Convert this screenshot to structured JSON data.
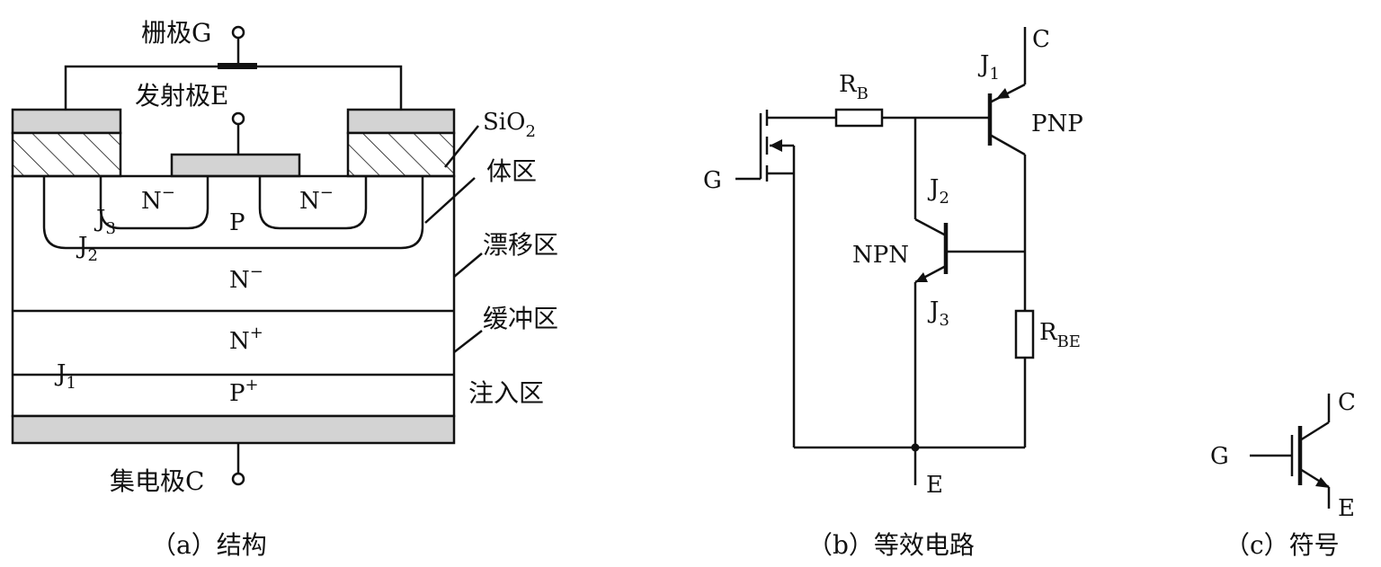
{
  "panel_a": {
    "caption": "（a）结构",
    "gate": "栅极G",
    "emitter": "发射极E",
    "collector": "集电极C",
    "sio2_main": "SiO",
    "sio2_sub": "2",
    "body_region": "体区",
    "drift_region": "漂移区",
    "buffer_region": "缓冲区",
    "injection_region": "注入区",
    "n_minus_left": "N",
    "n_minus_right": "N",
    "minus_sup": "−",
    "p_region": "P",
    "n_minus_drift": "N",
    "n_plus": "N",
    "p_plus": "P",
    "plus_sup": "+",
    "j_main": "J",
    "j3_sub": "3",
    "j2_sub": "2",
    "j1_sub": "1"
  },
  "panel_b": {
    "caption": "（b）等效电路",
    "rb_main": "R",
    "rb_sub": "B",
    "rbe_main": "R",
    "rbe_sub": "BE",
    "j_main": "J",
    "j1_sub": "1",
    "j2_sub": "2",
    "j3_sub": "3",
    "pnp": "PNP",
    "npn": "NPN",
    "gate": "G",
    "collector": "C",
    "emitter": "E"
  },
  "panel_c": {
    "caption": "（c）符号",
    "gate": "G",
    "collector": "C",
    "emitter": "E"
  }
}
